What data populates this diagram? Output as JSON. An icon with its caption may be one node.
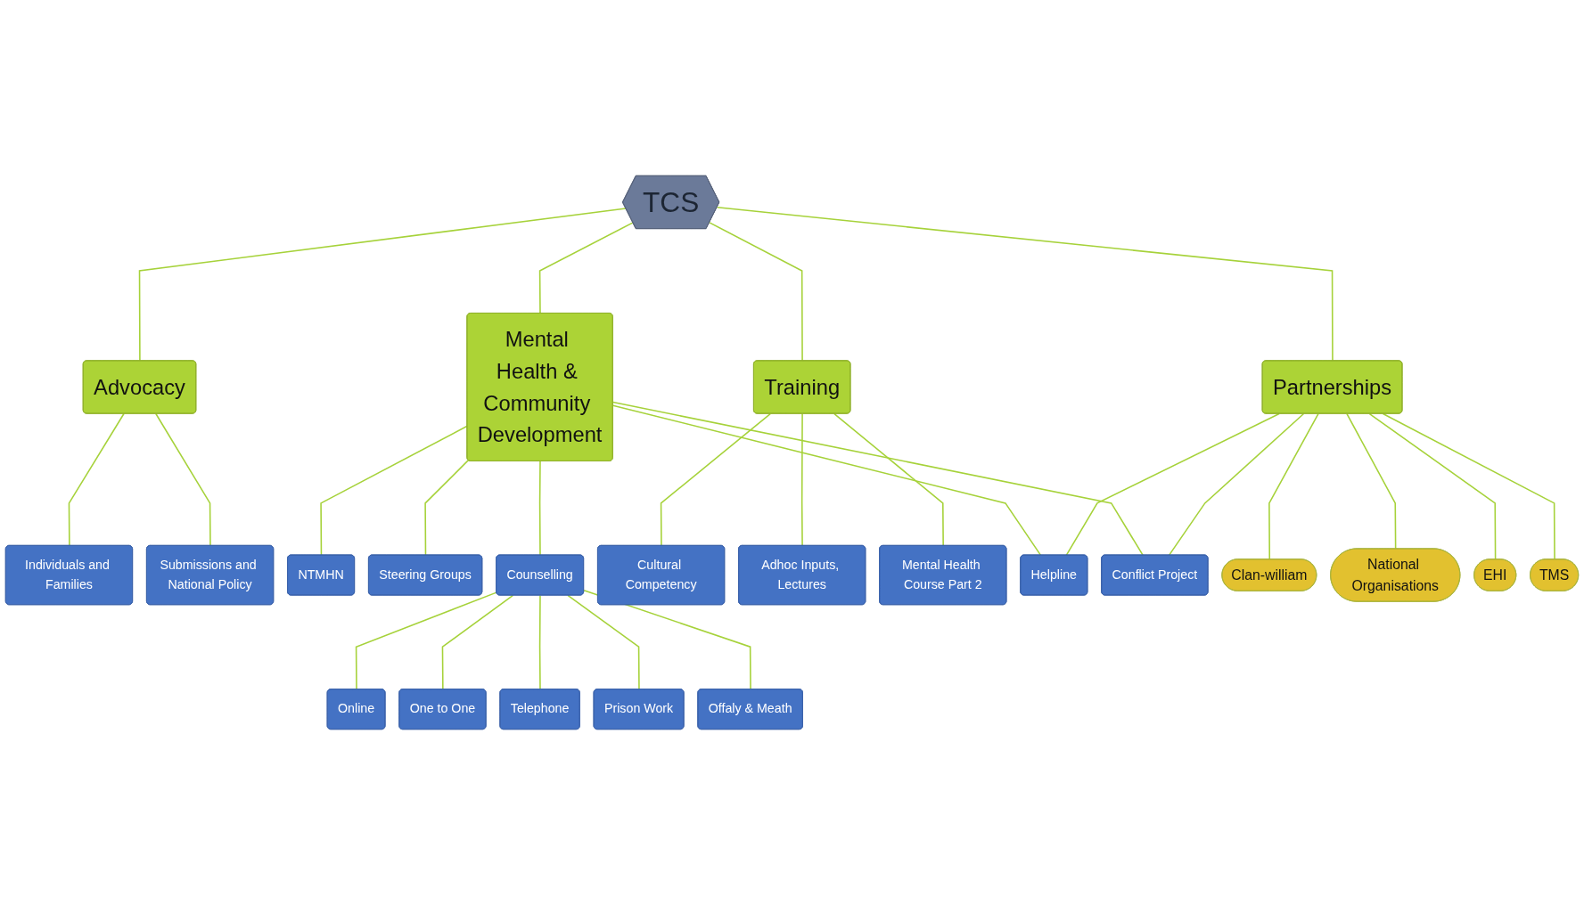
{
  "diagram": {
    "nodes": [
      {
        "text": [
          "Mental Health & Community Development"
        ]
      },
      {
        "text": [
          "Individuals and Families"
        ]
      },
      {
        "text": [
          "Submissions and National Policy"
        ]
      },
      {
        "text": [
          "Advocacy"
        ]
      },
      {
        "text": [
          "Counselling"
        ]
      },
      {
        "text": [
          "Online"
        ]
      },
      {
        "text": [
          "One to One"
        ]
      },
      {
        "text": [
          "Telephone"
        ]
      },
      {
        "text": [
          "TCS"
        ]
      },
      {
        "text": [
          "NTMHN"
        ]
      },
      {
        "text": [
          "Steering Groups"
        ]
      },
      {
        "text": [
          "Cultural Competency"
        ]
      },
      {
        "text": [
          "Training"
        ]
      },
      {
        "text": [
          "Prison Work"
        ]
      },
      {
        "text": [
          "Adhoc Inputs, Lectures"
        ]
      },
      {
        "text": [
          "Helpline"
        ]
      },
      {
        "text": [
          "Offaly & Meath"
        ]
      },
      {
        "text": [
          "Partnerships"
        ]
      },
      {
        "text": [
          "Conflict Project"
        ]
      },
      {
        "text": [
          "Mental Health Course Part 2"
        ]
      },
      {
        "text": [
          "Clan-william"
        ]
      },
      {
        "text": [
          "National Organisations"
        ]
      },
      {
        "text": [
          "EHI"
        ]
      },
      {
        "text": [
          "TMS"
        ]
      }
    ],
    "edges": [
      {
        "from": 8,
        "to": 0,
        "arrow": "none"
      },
      {
        "from": 8,
        "to": 3,
        "arrow": "none"
      },
      {
        "from": 8,
        "to": 12,
        "arrow": "none"
      },
      {
        "from": 8,
        "to": 17,
        "arrow": "none"
      },
      {
        "from": 3,
        "to": 1,
        "arrow": "none"
      },
      {
        "from": 3,
        "to": 2,
        "arrow": "none"
      },
      {
        "from": 0,
        "to": 4,
        "arrow": "none"
      },
      {
        "from": 0,
        "to": 9,
        "arrow": "none"
      },
      {
        "from": 0,
        "to": 10,
        "arrow": "none"
      },
      {
        "from": 0,
        "to": 15,
        "arrow": "none"
      },
      {
        "from": 0,
        "to": 18,
        "arrow": "none"
      },
      {
        "from": 4,
        "to": 5,
        "arrow": "none"
      },
      {
        "from": 4,
        "to": 6,
        "arrow": "none"
      },
      {
        "from": 4,
        "to": 7,
        "arrow": "none"
      },
      {
        "from": 4,
        "to": 13,
        "arrow": "none"
      },
      {
        "from": 4,
        "to": 16,
        "arrow": "none"
      },
      {
        "from": 12,
        "to": 11,
        "arrow": "none"
      },
      {
        "from": 12,
        "to": 14,
        "arrow": "none"
      },
      {
        "from": 12,
        "to": 19,
        "arrow": "none"
      },
      {
        "from": 17,
        "to": 15,
        "arrow": "none"
      },
      {
        "from": 17,
        "to": 18,
        "arrow": "none"
      },
      {
        "from": 17,
        "to": 20,
        "arrow": "none"
      },
      {
        "from": 17,
        "to": 21,
        "arrow": "none"
      },
      {
        "from": 17,
        "to": 22,
        "arrow": "none"
      },
      {
        "from": 17,
        "to": 23,
        "arrow": "none"
      }
    ]
  }
}
